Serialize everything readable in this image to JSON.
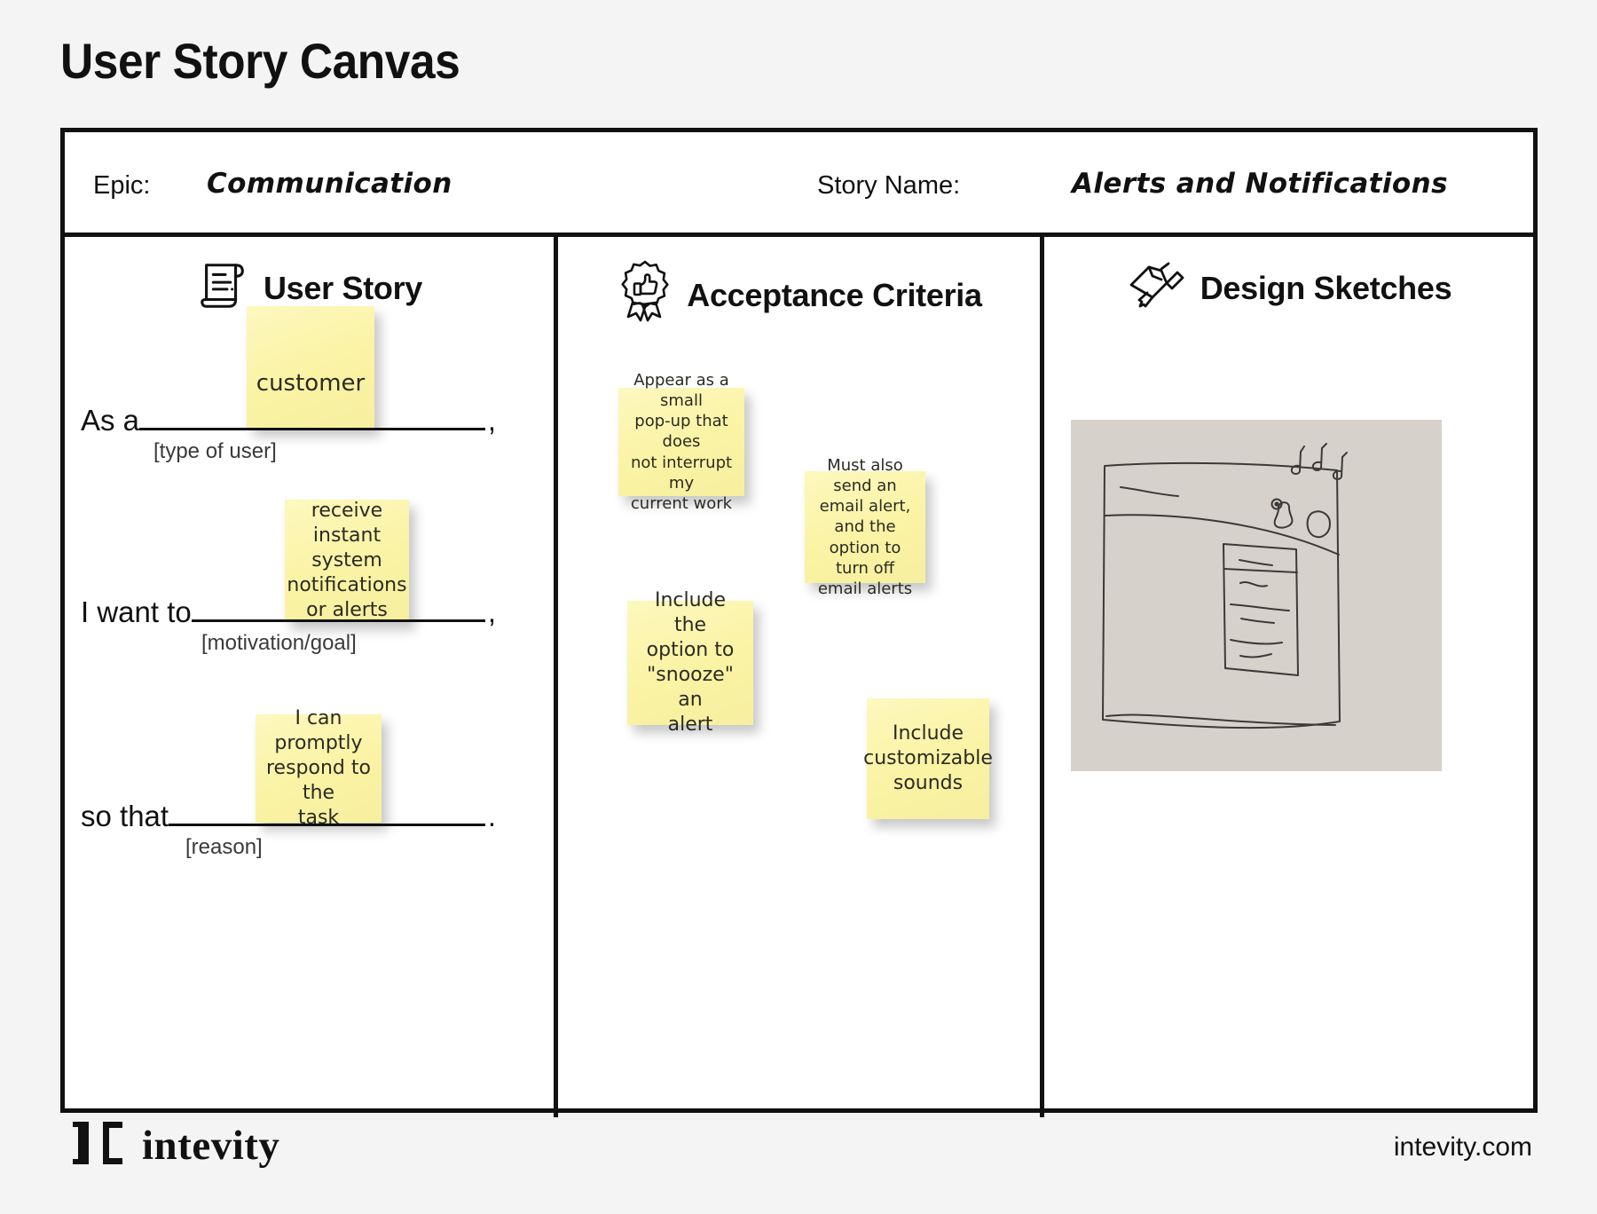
{
  "page": {
    "title": "User Story Canvas"
  },
  "header": {
    "epic_label": "Epic:",
    "epic_value": "Communication",
    "story_name_label": "Story Name:",
    "story_name_value": "Alerts and Notifications"
  },
  "columns": {
    "user_story": {
      "title": "User Story",
      "icon": "scroll-document-icon",
      "sentence": {
        "as_a_lead": "As a",
        "as_a_tail": ",",
        "as_a_hint": "[type of user]",
        "want_lead": "I want to",
        "want_tail": ",",
        "want_hint": "[motivation/goal]",
        "so_that_lead": "so that",
        "so_that_tail": ".",
        "so_that_hint": "[reason]"
      },
      "notes": [
        {
          "id": "user-type",
          "text": "customer"
        },
        {
          "id": "motivation",
          "text": "receive instant\nsystem\nnotifications\nor alerts"
        },
        {
          "id": "reason",
          "text": "I can promptly\nrespond to the\ntask"
        }
      ]
    },
    "acceptance_criteria": {
      "title": "Acceptance Criteria",
      "icon": "thumbs-up-badge-icon",
      "notes": [
        {
          "id": "ac-popup",
          "text": "Appear as a small\npop-up that does\nnot interrupt my\ncurrent work"
        },
        {
          "id": "ac-email",
          "text": "Must also send an\nemail alert, and the\noption to turn off\nemail alerts"
        },
        {
          "id": "ac-snooze",
          "text": "Include the\noption to\n\"snooze\" an\nalert"
        },
        {
          "id": "ac-sounds",
          "text": "Include\ncustomizable\nsounds"
        }
      ]
    },
    "design_sketches": {
      "title": "Design Sketches",
      "icon": "hand-drawing-pencil-icon",
      "sketch_caption": "hand-drawn wireframe of an app window with a header bar, bell and notification icons, music notes, and a notification list dropdown"
    }
  },
  "footer": {
    "logo_mark": "intevity-bracket-logo",
    "logo_word": "intevity",
    "url": "intevity.com"
  },
  "colors": {
    "page_background": "#f4f4f4",
    "canvas_background": "#ffffff",
    "frame": "#111111",
    "sticky_note": "#faf4a8",
    "sketch_paper": "#d6d2cb"
  }
}
